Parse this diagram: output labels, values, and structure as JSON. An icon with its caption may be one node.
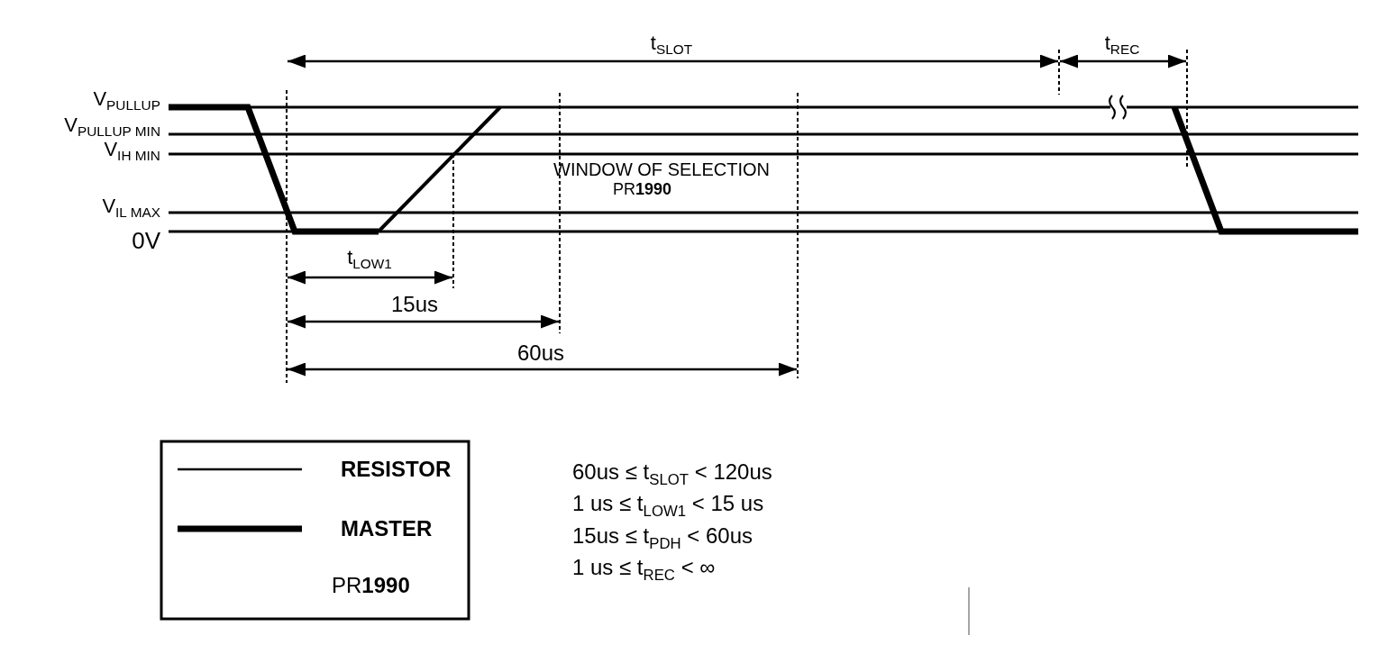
{
  "diagram": {
    "labels": [
      "t$_{SLOT}$",
      "t$_{REC}$",
      "V$_{PULLUP}$",
      "V$_{PULLUP MIN}$",
      "V$_{IH MIN}$",
      "WINDOW OF SELECTION",
      "PR**1990**",
      "V$_{IL MAX}$",
      "0V",
      "t$_{LOW1}$",
      "15us",
      "60us",
      "PR**1990**",
      "60us ≤ t$_{SLOT}$ < 120us",
      "1 us ≤ t$_{LOW1}$ < 15 us",
      "15us ≤ t$_{PDH}$ < 60us",
      "1 us ≤ t$_{REC}$ < ∞"
    ],
    "legend": [
      {
        "text": "RESISTOR"
      },
      {
        "text": "MASTER"
      }
    ]
  }
}
